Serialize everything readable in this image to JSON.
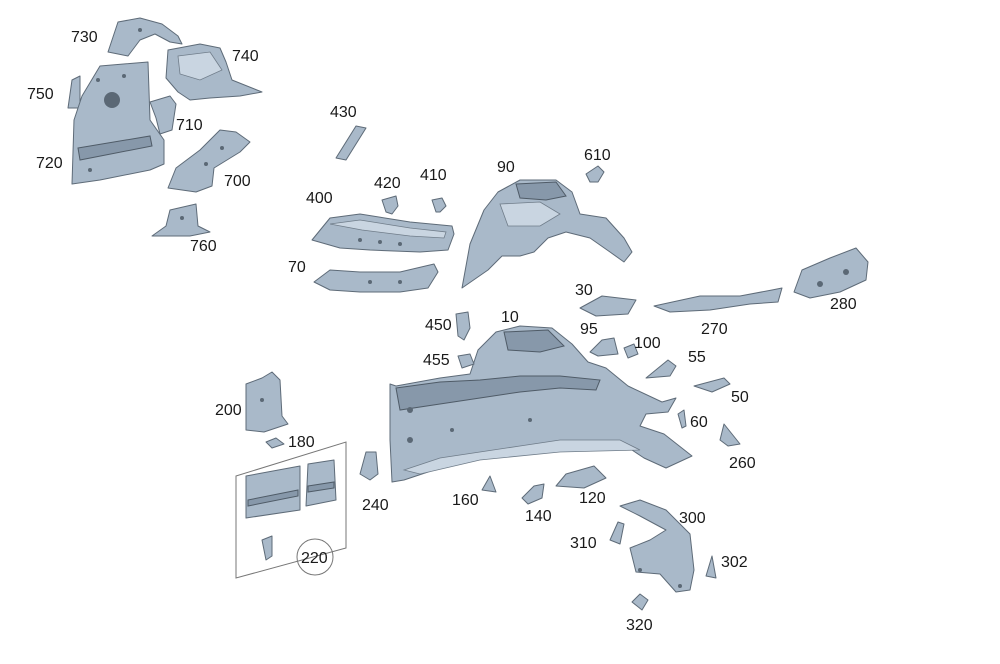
{
  "callouts": {
    "c10": "10",
    "c30": "30",
    "c50": "50",
    "c55": "55",
    "c60": "60",
    "c70": "70",
    "c90": "90",
    "c95": "95",
    "c100": "100",
    "c120": "120",
    "c140": "140",
    "c160": "160",
    "c180": "180",
    "c200": "200",
    "c220": "220",
    "c240": "240",
    "c260": "260",
    "c270": "270",
    "c280": "280",
    "c300": "300",
    "c302": "302",
    "c310": "310",
    "c320": "320",
    "c400": "400",
    "c410": "410",
    "c420": "420",
    "c430": "430",
    "c450": "450",
    "c455": "455",
    "c610": "610",
    "c700": "700",
    "c710": "710",
    "c720": "720",
    "c730": "730",
    "c740": "740",
    "c750": "750",
    "c760": "760"
  },
  "colors": {
    "part_fill": "#a9b9c9",
    "part_stroke": "#5e6b78",
    "background": "#ffffff"
  }
}
